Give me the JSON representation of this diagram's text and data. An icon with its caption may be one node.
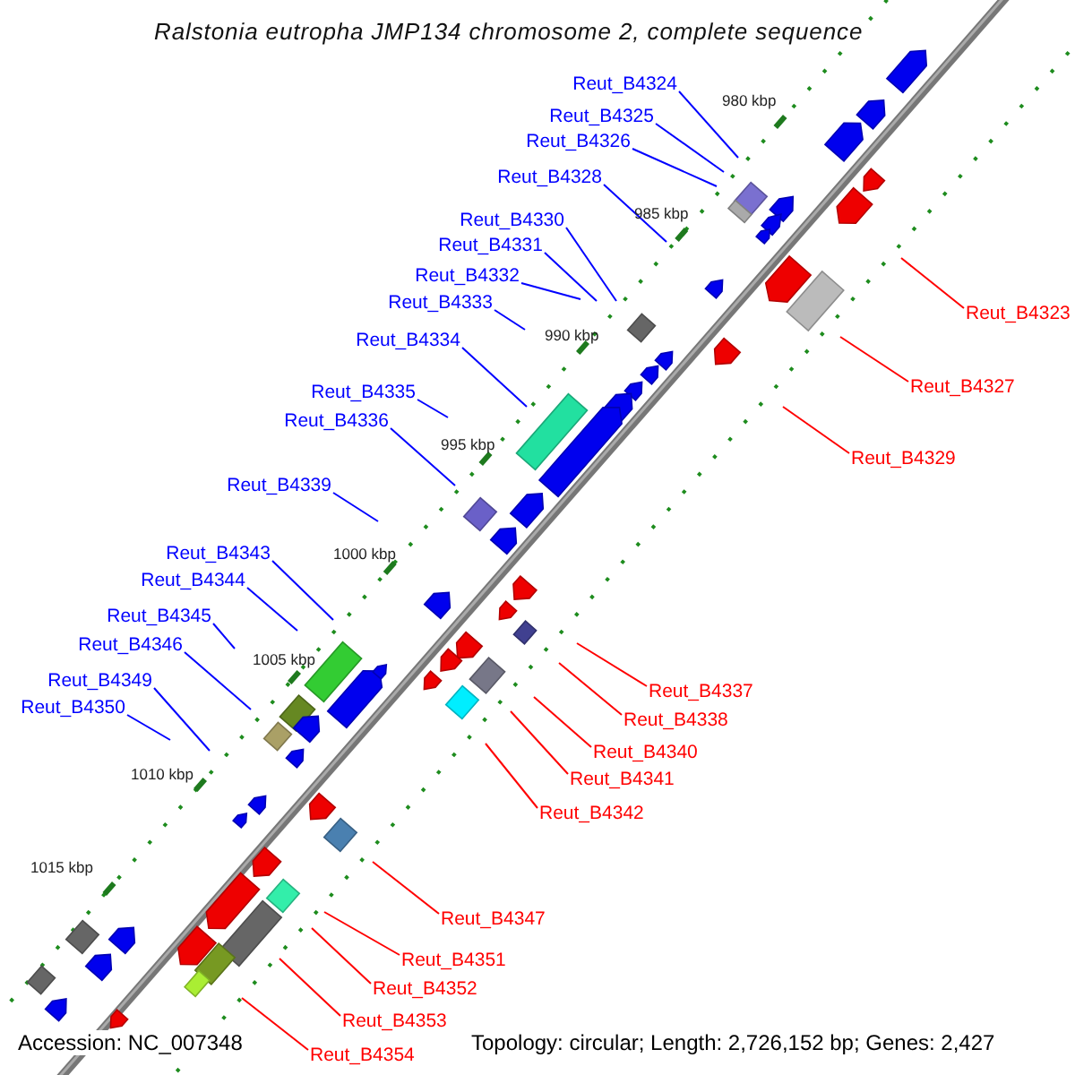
{
  "diagram": {
    "title": "Ralstonia eutropha JMP134 chromosome 2, complete sequence",
    "nodes": [
      {
        "text": [
          "Reut_B4324"
        ]
      },
      {
        "text": [
          "Reut_B4325"
        ]
      },
      {
        "text": [
          "Reut_B4326"
        ]
      },
      {
        "text": [
          "Reut_B4328"
        ]
      },
      {
        "text": [
          "Reut_B4330"
        ]
      },
      {
        "text": [
          "Reut_B4331"
        ]
      },
      {
        "text": [
          "Reut_B4332"
        ]
      },
      {
        "text": [
          "Reut_B4333"
        ]
      },
      {
        "text": [
          "Reut_B4323"
        ]
      },
      {
        "text": [
          "Reut_B4334"
        ]
      },
      {
        "text": [
          "Reut_B4327"
        ]
      },
      {
        "text": [
          "Reut_B4335"
        ]
      },
      {
        "text": [
          "Reut_B4336"
        ]
      },
      {
        "text": [
          "Reut_B4329"
        ]
      },
      {
        "text": [
          "Reut_B4339"
        ]
      },
      {
        "text": [
          "Reut_B4343"
        ]
      },
      {
        "text": [
          "Reut_B4344"
        ]
      },
      {
        "text": [
          "Reut_B4345"
        ]
      },
      {
        "text": [
          "Reut_B4346"
        ]
      },
      {
        "text": [
          "Reut_B4349"
        ]
      },
      {
        "text": [
          "Reut_B4337"
        ]
      },
      {
        "text": [
          "Reut_B4350"
        ]
      },
      {
        "text": [
          "Reut_B4338"
        ]
      },
      {
        "text": [
          "Reut_B4340"
        ]
      },
      {
        "text": [
          "Reut_B4341"
        ]
      },
      {
        "text": [
          "Reut_B4342"
        ]
      },
      {
        "text": [
          "Reut_B4347"
        ]
      },
      {
        "text": [
          "Reut_B4351"
        ]
      },
      {
        "text": [
          "Reut_B4352"
        ]
      },
      {
        "text": [
          "Reut_B4353"
        ]
      },
      {
        "text": [
          "Reut_B4354"
        ]
      }
    ],
    "edges": [
      {
        "from": 0,
        "to": null,
        "arrow": "none"
      },
      {
        "from": 1,
        "to": null,
        "arrow": "none"
      },
      {
        "from": 2,
        "to": null,
        "arrow": "none"
      },
      {
        "from": 3,
        "to": null,
        "arrow": "none"
      },
      {
        "from": 4,
        "to": null,
        "arrow": "none"
      },
      {
        "from": 5,
        "to": null,
        "arrow": "none"
      },
      {
        "from": 6,
        "to": null,
        "arrow": "none"
      },
      {
        "from": 7,
        "to": null,
        "arrow": "none"
      },
      {
        "from": 8,
        "to": null,
        "arrow": "none",
        "color": "#ff0000"
      },
      {
        "from": 9,
        "to": null,
        "arrow": "none"
      },
      {
        "from": 10,
        "to": null,
        "arrow": "none",
        "color": "#ff0000"
      },
      {
        "from": 11,
        "to": null,
        "arrow": "none"
      },
      {
        "from": 12,
        "to": null,
        "arrow": "none"
      },
      {
        "from": 13,
        "to": null,
        "arrow": "none",
        "color": "#ff0000"
      },
      {
        "from": 14,
        "to": null,
        "arrow": "none"
      },
      {
        "from": 15,
        "to": null,
        "arrow": "none"
      },
      {
        "from": 16,
        "to": null,
        "arrow": "none"
      },
      {
        "from": 17,
        "to": null,
        "arrow": "none"
      },
      {
        "from": 18,
        "to": null,
        "arrow": "none"
      },
      {
        "from": 19,
        "to": null,
        "arrow": "none"
      },
      {
        "from": 20,
        "to": null,
        "arrow": "none",
        "color": "#ff0000"
      },
      {
        "from": 21,
        "to": null,
        "arrow": "none"
      },
      {
        "from": 22,
        "to": null,
        "arrow": "none",
        "color": "#ff0000"
      },
      {
        "from": 23,
        "to": null,
        "arrow": "none",
        "color": "#ff0000"
      },
      {
        "from": 24,
        "to": null,
        "arrow": "none",
        "color": "#ff0000"
      },
      {
        "from": 25,
        "to": null,
        "arrow": "none",
        "color": "#ff0000"
      },
      {
        "from": 26,
        "to": null,
        "arrow": "none",
        "color": "#ff0000"
      },
      {
        "from": 27,
        "to": null,
        "arrow": "none",
        "color": "#ff0000"
      },
      {
        "from": 28,
        "to": null,
        "arrow": "none",
        "color": "#ff0000"
      },
      {
        "from": 29,
        "to": null,
        "arrow": "none",
        "color": "#ff0000"
      },
      {
        "from": 30,
        "to": null,
        "arrow": "none",
        "color": "#ff0000"
      }
    ],
    "labels": [
      "980 kbp",
      "985 kbp",
      "990 kbp",
      "995 kbp",
      "1000 kbp",
      "1005 kbp",
      "1010 kbp",
      "1015 kbp",
      "Accession: NC_007348",
      "Topology: circular; Length: 2,726,152 bp; Genes: 2,427"
    ]
  }
}
